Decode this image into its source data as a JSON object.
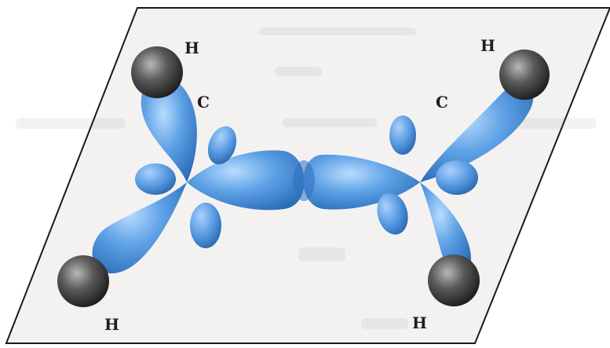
{
  "colors": {
    "background": "#ffffff",
    "plane_fill": "#f4f2f1",
    "plane_edge": "#1a1a1a",
    "orbital": "#4a8fd6",
    "orbital_light": "#8ec3ff",
    "orbital_dark": "#1f5ea8",
    "hydrogen_dark": "#2a2a2a",
    "hydrogen_light": "#9a9a9a"
  },
  "labels": {
    "h_top_left": "H",
    "c_left": "C",
    "h_bottom_left": "H",
    "h_top_right": "H",
    "c_right": "C",
    "h_bottom_right": "H"
  }
}
